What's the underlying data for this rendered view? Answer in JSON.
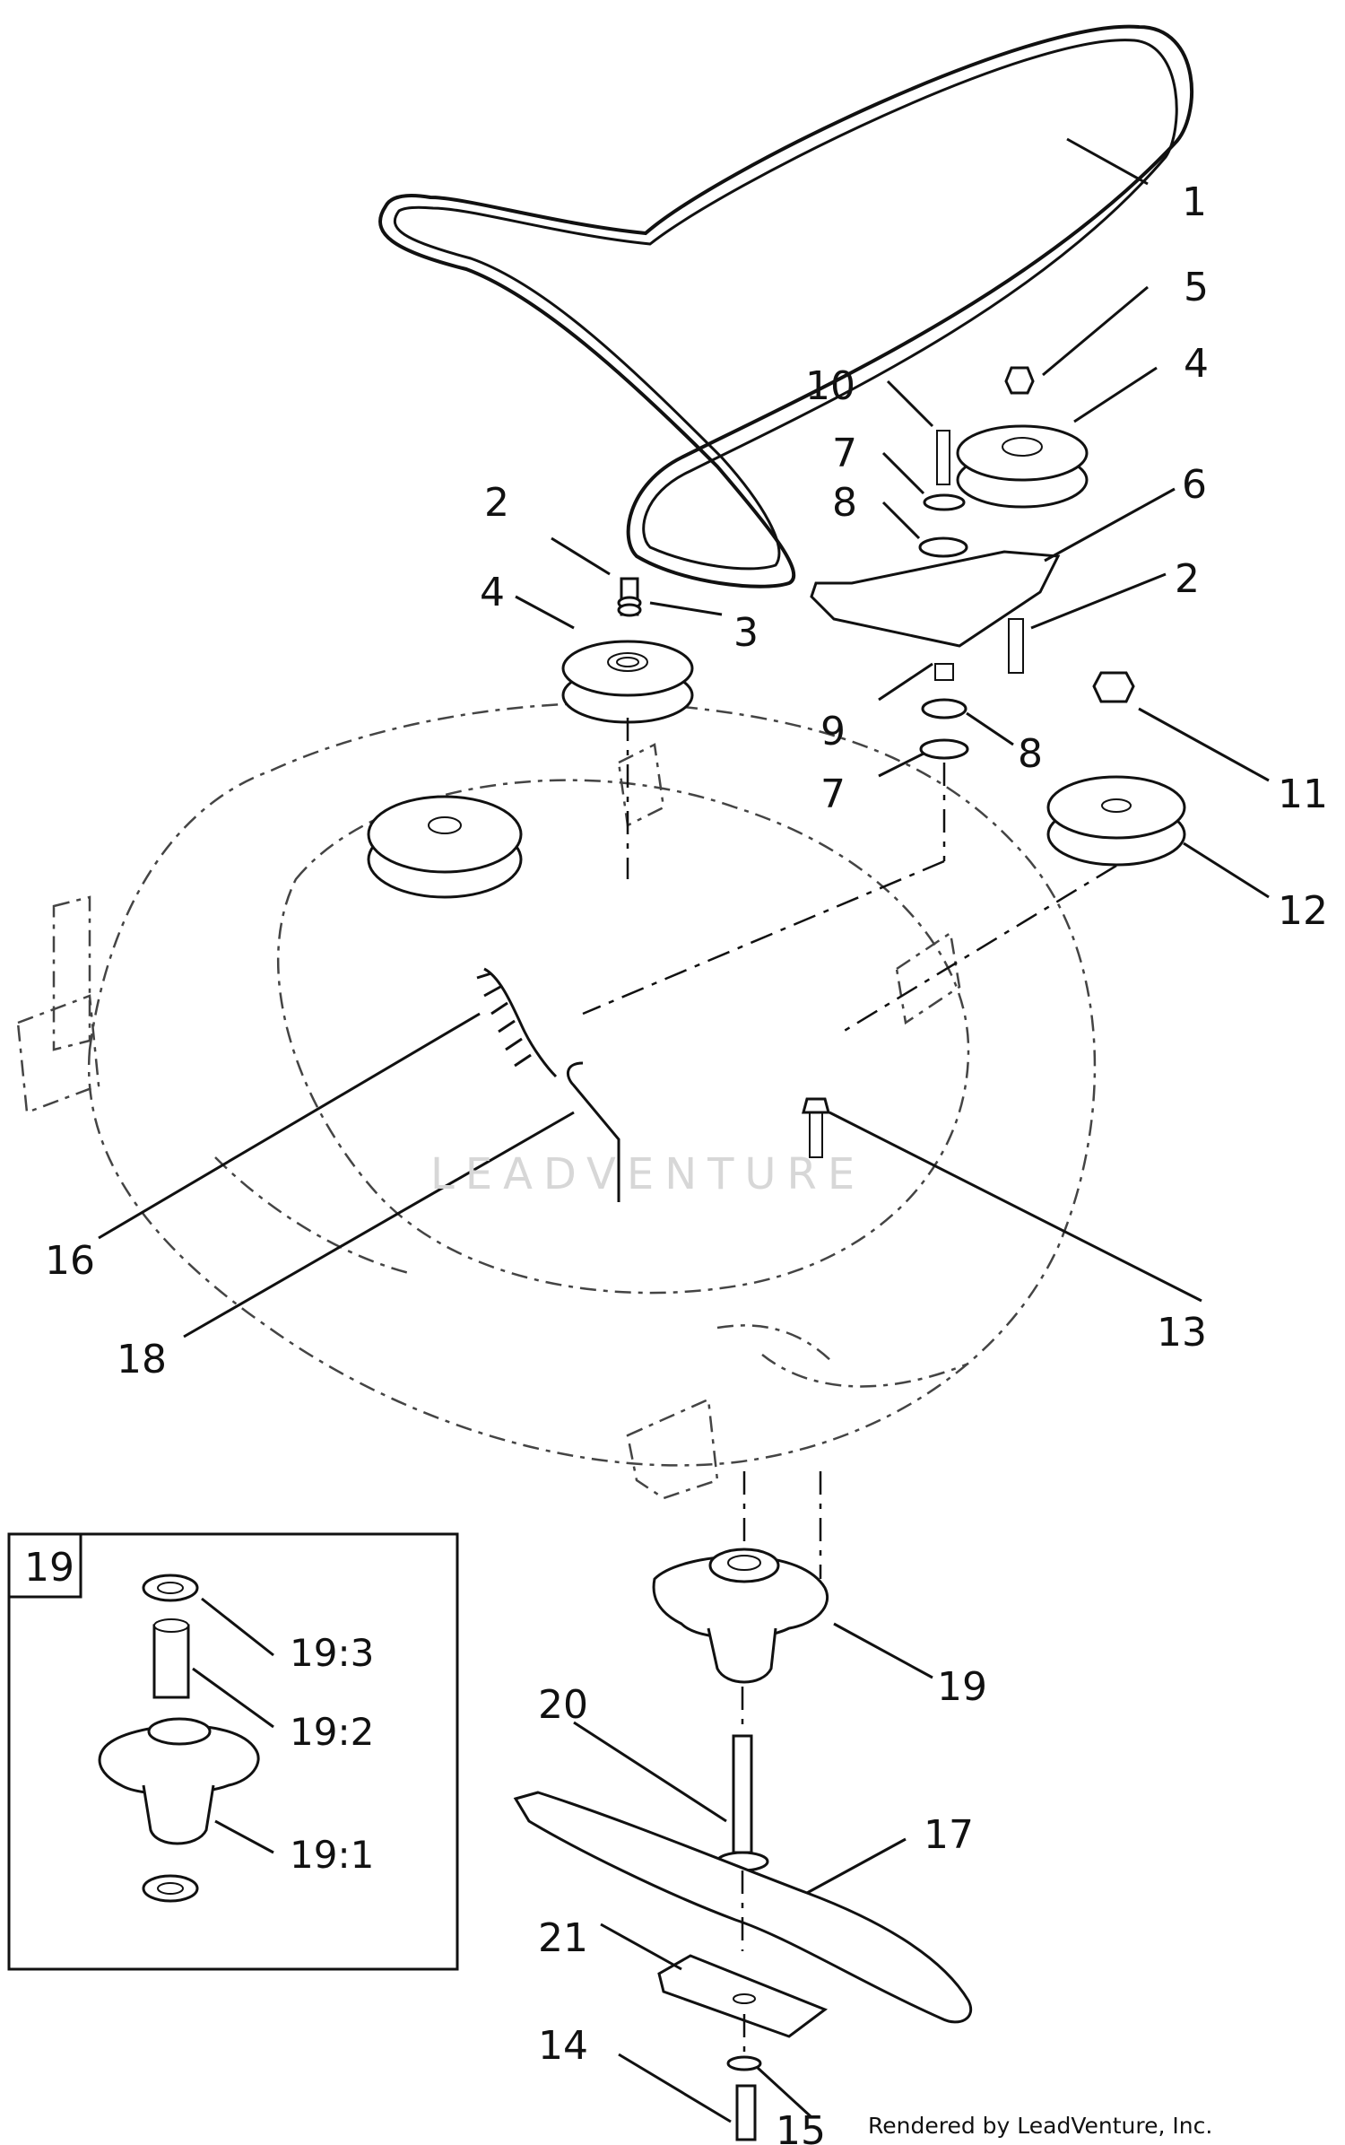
{
  "callouts": {
    "c1": "1",
    "c2a": "2",
    "c2b": "2",
    "c3": "3",
    "c4a": "4",
    "c4b": "4",
    "c5": "5",
    "c6": "6",
    "c7a": "7",
    "c7b": "7",
    "c8a": "8",
    "c8b": "8",
    "c9": "9",
    "c10": "10",
    "c11": "11",
    "c12": "12",
    "c13": "13",
    "c14": "14",
    "c15": "15",
    "c16": "16",
    "c17": "17",
    "c18": "18",
    "c19": "19",
    "c20": "20",
    "c21": "21"
  },
  "inset": {
    "title": "19",
    "c19_3": "19:3",
    "c19_2": "19:2",
    "c19_1": "19:1"
  },
  "watermark": "LEADVENTURE",
  "footer": "Rendered by LeadVenture, Inc."
}
